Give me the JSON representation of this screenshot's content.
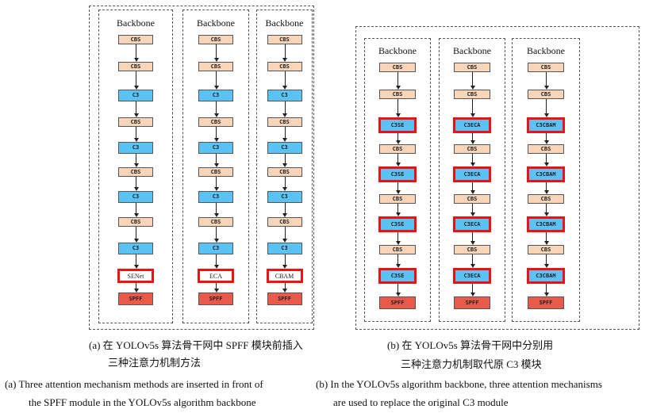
{
  "panel_a": {
    "columns": [
      {
        "title": "Backbone",
        "blocks": [
          "CBS",
          "CBS",
          "C3",
          "CBS",
          "C3",
          "CBS",
          "C3",
          "CBS",
          "C3",
          "SENet",
          "SPFF"
        ]
      },
      {
        "title": "Backbone",
        "blocks": [
          "CBS",
          "CBS",
          "C3",
          "CBS",
          "C3",
          "CBS",
          "C3",
          "CBS",
          "C3",
          "ECA",
          "SPFF"
        ]
      },
      {
        "title": "Backbone",
        "blocks": [
          "CBS",
          "CBS",
          "C3",
          "CBS",
          "C3",
          "CBS",
          "C3",
          "CBS",
          "C3",
          "CBAM",
          "SPFF"
        ]
      }
    ],
    "caption_cn_1": "(a)  在 YOLOv5s 算法骨干网中 SPFF 模块前插入",
    "caption_cn_2": "三种注意力机制方法",
    "caption_en_1": "(a) Three attention mechanism methods are inserted in front of",
    "caption_en_2": "the SPFF module in the YOLOv5s algorithm backbone"
  },
  "panel_b": {
    "columns": [
      {
        "title": "Backbone",
        "blocks": [
          "CBS",
          "CBS",
          "C3SE",
          "CBS",
          "C3SE",
          "CBS",
          "C3SE",
          "CBS",
          "C3SE",
          "SPFF"
        ]
      },
      {
        "title": "Backbone",
        "blocks": [
          "CBS",
          "CBS",
          "C3ECA",
          "CBS",
          "C3ECA",
          "CBS",
          "C3ECA",
          "CBS",
          "C3ECA",
          "SPFF"
        ]
      },
      {
        "title": "Backbone",
        "blocks": [
          "CBS",
          "CBS",
          "C3CBAM",
          "CBS",
          "C3CBAM",
          "CBS",
          "C3CBAM",
          "CBS",
          "C3CBAM",
          "SPFF"
        ]
      }
    ],
    "caption_cn_1": "(b)  在 YOLOv5s 算法骨干网中分别用",
    "caption_cn_2": "三种注意力机制取代原 C3 模块",
    "caption_en_1": "(b) In the YOLOv5s algorithm backbone, three attention mechanisms",
    "caption_en_2": "are used to replace the original C3 module"
  },
  "colors": {
    "cbs": "#f8d4b8",
    "c3": "#5bc2f5",
    "highlight": "#f01010",
    "spff": "#ea5a4a"
  }
}
